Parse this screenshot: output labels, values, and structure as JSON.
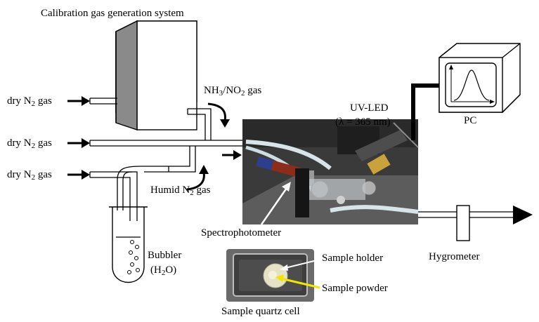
{
  "labels": {
    "system_title": "Calibration gas generation system",
    "dry_n2_pre": "dry N",
    "dry_n2_sub": "2",
    "dry_n2_post": " gas",
    "nh3_a": "NH",
    "nh3_sub": "3",
    "nh3_b": "/NO",
    "no2_sub": "2",
    "nh3_c": " gas",
    "humid_pre": "Humid N",
    "humid_sub": "2",
    "humid_post": " gas",
    "uvled": "UV-LED",
    "uvled_lambda": "(λ = 365 nm)",
    "pc": "PC",
    "spectrophotometer": "Spectrophotometer",
    "bubbler": "Bubbler",
    "h2o_a": "(H",
    "h2o_sub": "2",
    "h2o_b": "O)",
    "hygrometer": "Hygrometer",
    "sample_holder": "Sample holder",
    "sample_powder": "Sample powder",
    "sample_cell": "Sample quartz cell"
  },
  "colors": {
    "line": "#000000",
    "box_side": "#8a8a8a",
    "powder_arrow": "#f2e600",
    "photo_bg": "#3a3a3a",
    "tube": "#d8e4ea",
    "cell_bg": "#5a5a5a"
  }
}
